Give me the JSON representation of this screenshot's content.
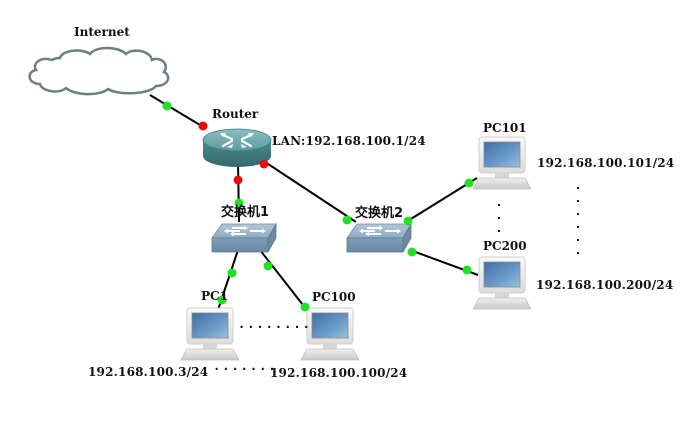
{
  "diagram": {
    "nodes": {
      "internet": {
        "label": "Internet",
        "type": "cloud"
      },
      "router": {
        "label": "Router",
        "type": "router",
        "annotation": "LAN:192.168.100.1/24"
      },
      "switch1": {
        "label": "交换机1",
        "type": "switch"
      },
      "switch2": {
        "label": "交换机2",
        "type": "switch"
      },
      "pc1": {
        "label": "PC1",
        "type": "pc",
        "ip": "192.168.100.3/24"
      },
      "pc100": {
        "label": "PC100",
        "type": "pc",
        "ip": "192.168.100.100/24"
      },
      "pc101": {
        "label": "PC101",
        "type": "pc",
        "ip": "192.168.100.101/24"
      },
      "pc200": {
        "label": "PC200",
        "type": "pc",
        "ip": "192.168.100.200/24"
      }
    },
    "links": [
      {
        "from": "internet",
        "to": "router",
        "from_status": "up",
        "to_status": "down"
      },
      {
        "from": "router",
        "to": "switch1",
        "from_status": "down",
        "to_status": "up"
      },
      {
        "from": "router",
        "to": "switch2",
        "from_status": "down",
        "to_status": "up"
      },
      {
        "from": "switch1",
        "to": "pc1",
        "from_status": "up",
        "to_status": "up"
      },
      {
        "from": "switch1",
        "to": "pc100",
        "from_status": "up",
        "to_status": "up"
      },
      {
        "from": "switch2",
        "to": "pc101",
        "from_status": "up",
        "to_status": "up"
      },
      {
        "from": "switch2",
        "to": "pc200",
        "from_status": "up",
        "to_status": "up"
      }
    ],
    "ellipsis": {
      "pc_row": "........",
      "ip_row": "·······"
    },
    "colors": {
      "link_up": "#22e022",
      "link_down": "#e01010",
      "link_line": "#000000",
      "router_body": "#4f8f92",
      "switch_body": "#7d9bb5",
      "cloud_stroke": "#6e7f84",
      "pc_screen": "#4a7fb5"
    }
  }
}
